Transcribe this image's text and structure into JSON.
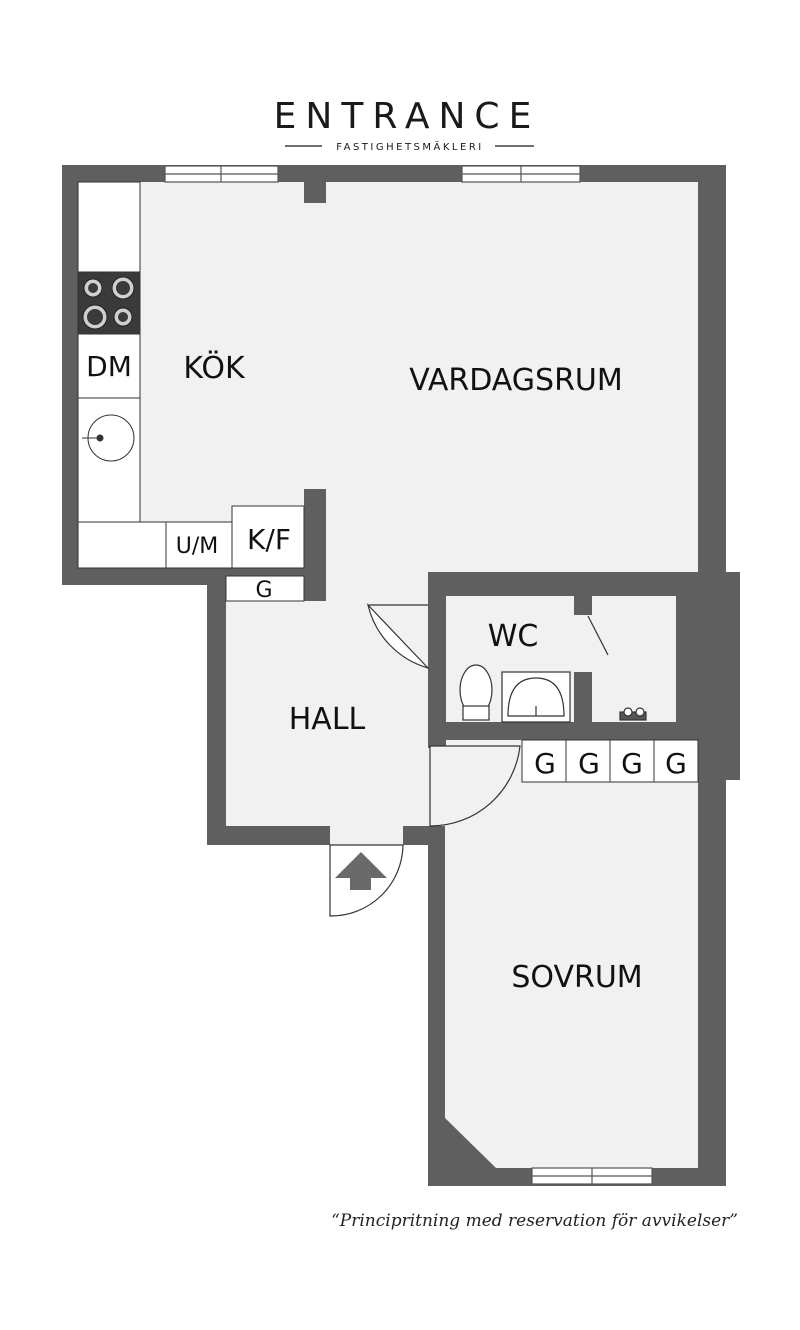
{
  "brand": {
    "name": "ENTRANCE",
    "tagline": "FASTIGHETSMÄKLERI"
  },
  "rooms": {
    "kitchen": "KÖK",
    "living_room": "VARDAGSRUM",
    "wc": "WC",
    "hall": "HALL",
    "bedroom": "SOVRUM"
  },
  "fixtures": {
    "dishwasher": "DM",
    "microwave": "U/M",
    "fridge_freezer": "K/F",
    "wardrobe": "G"
  },
  "disclaimer": "“Principritning med reservation för avvikelser”",
  "colors": {
    "wall": "#5f5f5f",
    "floor": "#f1f1f1",
    "line": "#222222",
    "arrow": "#6a6a6a"
  }
}
